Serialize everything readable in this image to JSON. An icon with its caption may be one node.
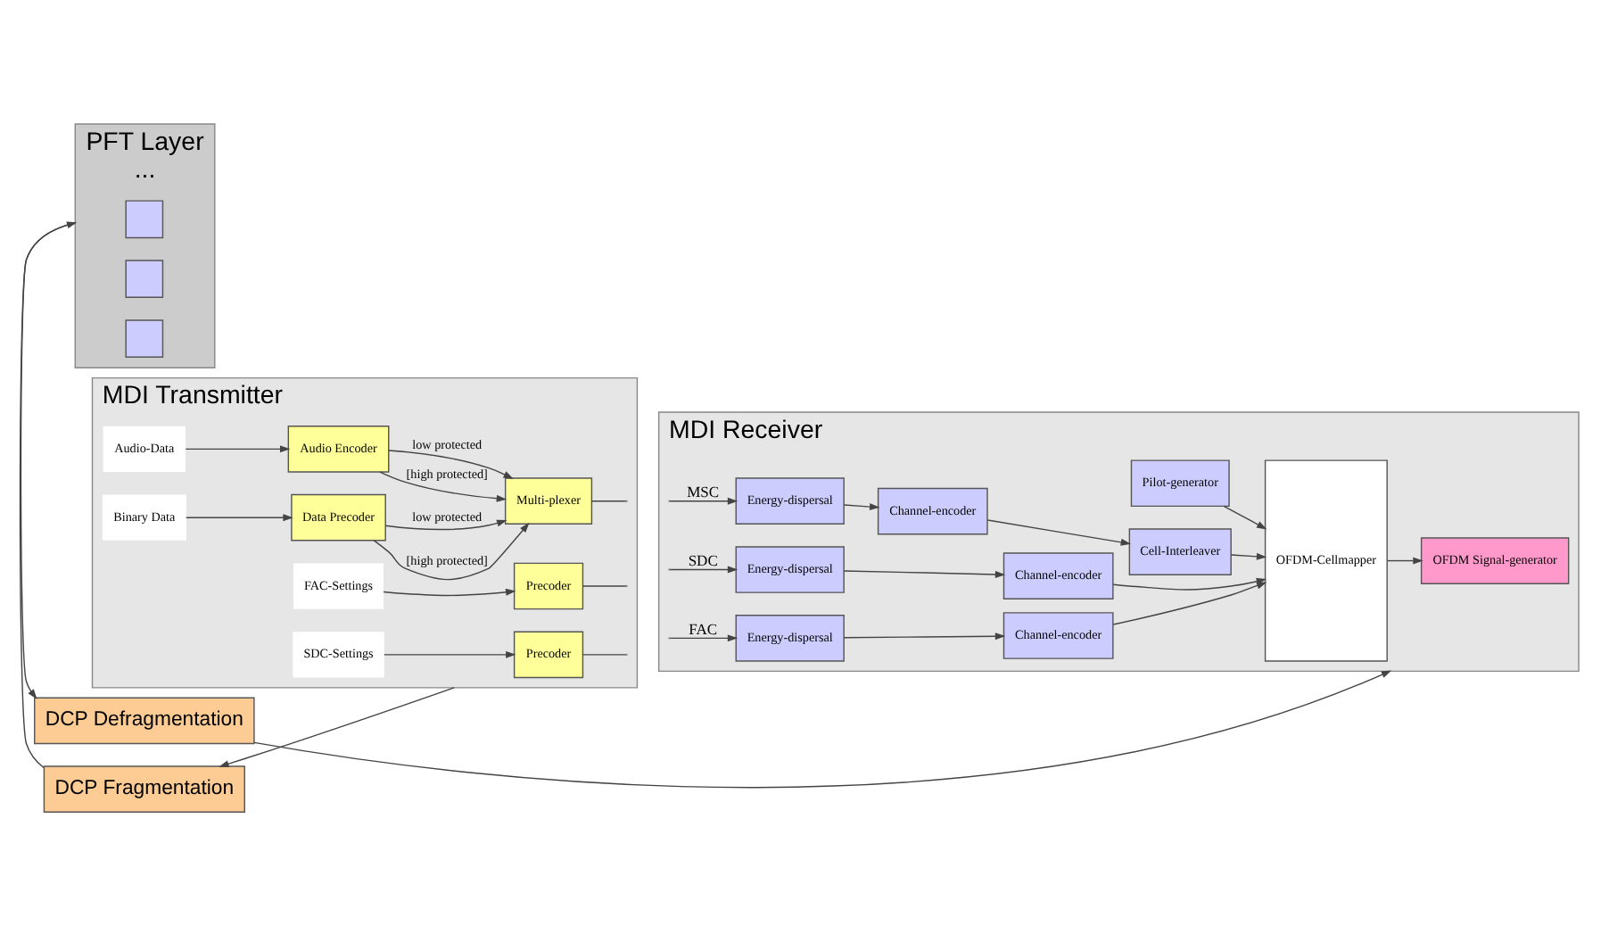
{
  "diagram": {
    "nodes": [
      {
        "text": [
          "MDI Transmitter"
        ]
      },
      {
        "text": [
          "Audio-Data"
        ],
        "in": 0
      },
      {
        "text": [
          "Audio Encoder"
        ],
        "in": 0
      },
      {
        "text": [
          "Binary Data"
        ],
        "in": 0
      },
      {
        "text": [
          "Data Precoder"
        ],
        "in": 0
      },
      {
        "text": [
          "Multi-plexer"
        ],
        "in": 0
      },
      {
        "text": [
          "FAC-Settings"
        ],
        "in": 0
      },
      {
        "text": [
          "Precoder"
        ],
        "in": 0
      },
      {
        "text": [
          "SDC-Settings"
        ],
        "in": 0
      },
      {
        "text": [
          "Precoder"
        ],
        "in": 0
      },
      {
        "text": [
          "MDI Receiver"
        ]
      },
      {
        "text": [
          "Pilot-generator"
        ],
        "in": 10
      },
      {
        "text": [
          "Energy-dispersal"
        ],
        "in": 10
      },
      {
        "text": [
          "Channel-encoder"
        ],
        "in": 10
      },
      {
        "text": [
          "Cell-Interleaver"
        ],
        "in": 10
      },
      {
        "text": [
          "Energy-dispersal"
        ],
        "in": 10
      },
      {
        "text": [
          "Channel-encoder"
        ],
        "in": 10
      },
      {
        "text": [
          "Energy-dispersal"
        ],
        "in": 10
      },
      {
        "text": [
          "Channel-encoder"
        ],
        "in": 10
      },
      {
        "text": [
          "OFDM-Cellmapper"
        ],
        "in": 10
      },
      {
        "text": [
          "OFDM Signal-generator"
        ],
        "in": 10
      },
      {
        "text": [
          "DCP Fragmentation"
        ]
      },
      {
        "text": [
          "PFT Layer",
          "..."
        ]
      },
      {
        "text": [],
        "shape": "box",
        "in": 22
      },
      {
        "text": [],
        "shape": "box",
        "in": 22
      },
      {
        "text": [],
        "shape": "box",
        "in": 22
      },
      {
        "text": [
          "DCP Defragmentation"
        ]
      }
    ],
    "edges": [
      {
        "from": 1,
        "to": 2,
        "arrow": "to"
      },
      {
        "from": 2,
        "to": 5,
        "label": "[high protected]",
        "arrow": "to"
      },
      {
        "from": 2,
        "to": 5,
        "label": "low protected",
        "arrow": "to"
      },
      {
        "from": 3,
        "to": 4,
        "arrow": "to"
      },
      {
        "from": 4,
        "to": 5,
        "label": "[high protected]",
        "arrow": "to"
      },
      {
        "from": 4,
        "to": 5,
        "label": "low protected",
        "arrow": "to"
      },
      {
        "from": 6,
        "to": 7,
        "arrow": "to"
      },
      {
        "from": 8,
        "to": 9,
        "arrow": "to"
      },
      {
        "from": 5,
        "to": 0,
        "arrow": "none"
      },
      {
        "from": 7,
        "to": 0,
        "arrow": "none"
      },
      {
        "from": 9,
        "to": 0,
        "arrow": "none"
      },
      {
        "from": 10,
        "to": 12,
        "label": "MSC",
        "arrow": "to"
      },
      {
        "from": 12,
        "to": 13,
        "arrow": "to"
      },
      {
        "from": 13,
        "to": 14,
        "arrow": "to"
      },
      {
        "from": 14,
        "to": 19,
        "arrow": "to"
      },
      {
        "from": 11,
        "to": 19,
        "arrow": "to"
      },
      {
        "from": 10,
        "to": 15,
        "label": "SDC",
        "arrow": "to"
      },
      {
        "from": 15,
        "to": 16,
        "arrow": "to"
      },
      {
        "from": 16,
        "to": 19,
        "arrow": "to"
      },
      {
        "from": 10,
        "to": 17,
        "label": "FAC",
        "arrow": "to"
      },
      {
        "from": 17,
        "to": 18,
        "arrow": "to"
      },
      {
        "from": 18,
        "to": 19,
        "arrow": "to"
      },
      {
        "from": 19,
        "to": 20,
        "arrow": "to"
      },
      {
        "from": 0,
        "to": 21,
        "arrow": "to"
      },
      {
        "from": 21,
        "to": 22,
        "arrow": "to"
      },
      {
        "from": 22,
        "to": 26,
        "arrow": "to"
      },
      {
        "from": 26,
        "to": 10,
        "arrow": "to"
      }
    ]
  }
}
